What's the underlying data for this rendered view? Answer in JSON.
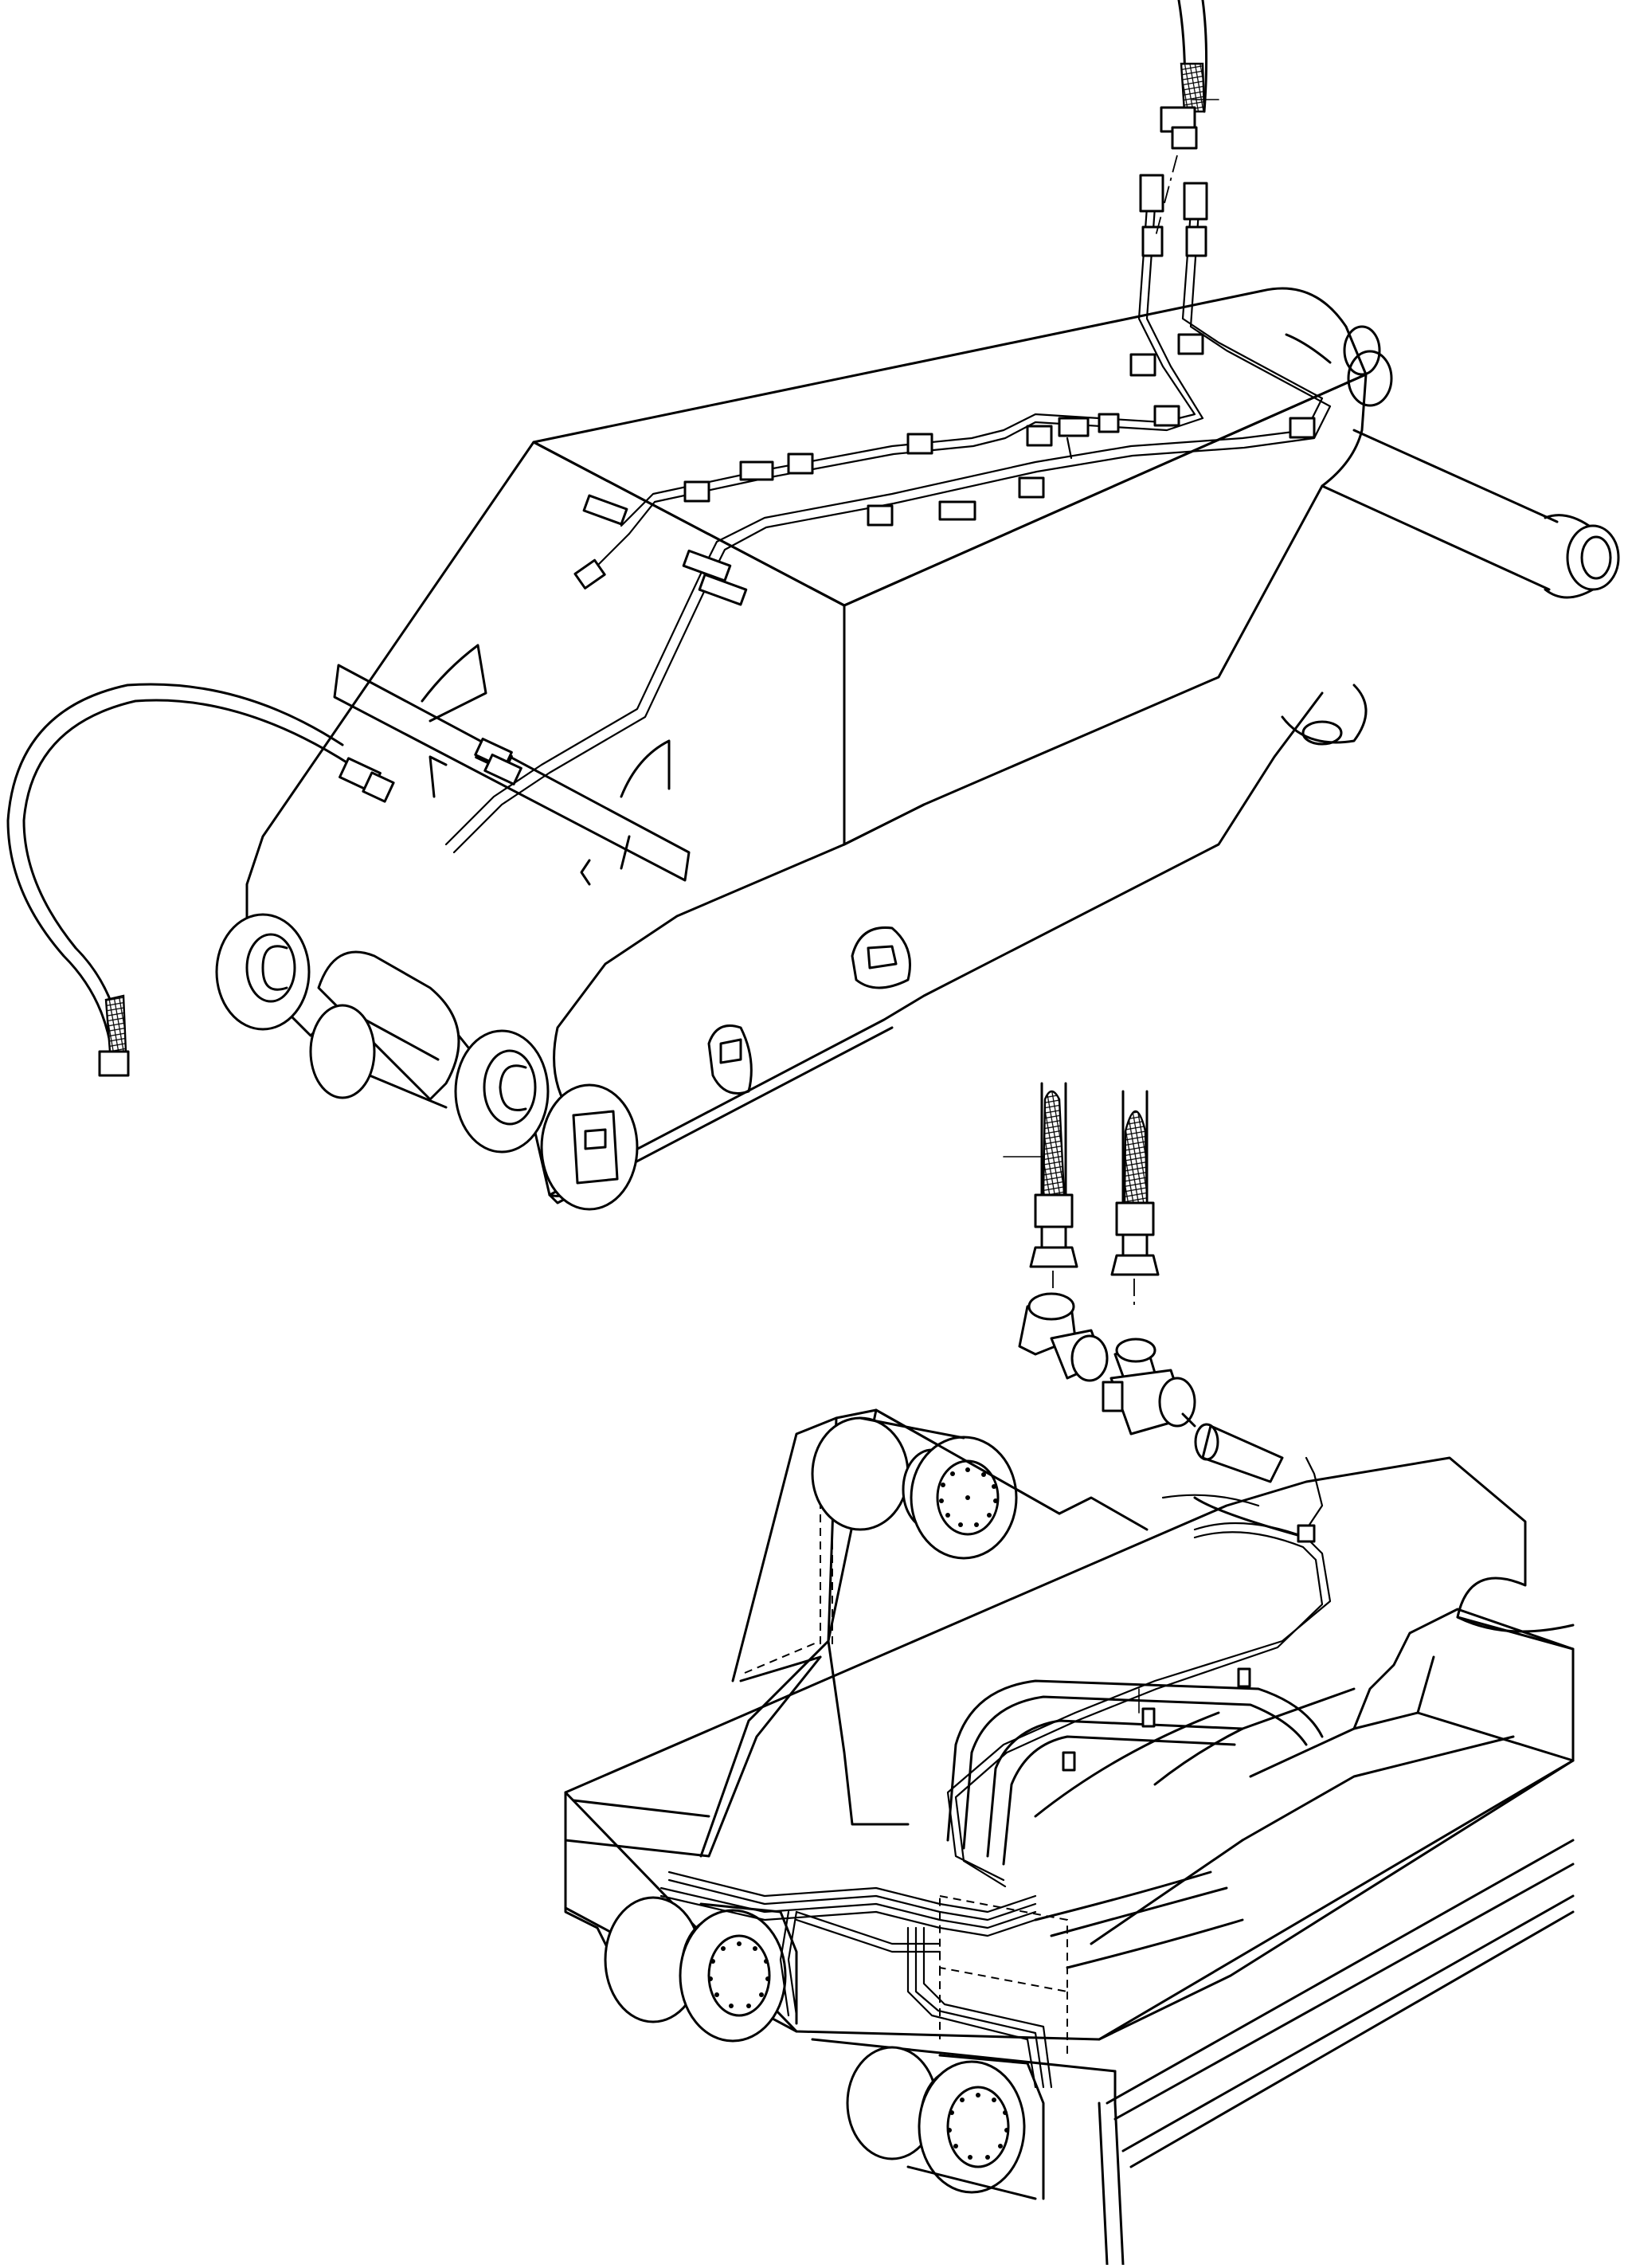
{
  "diagram": {
    "colors": {
      "line": "#000000",
      "background": "#ffffff"
    },
    "parts": [
      {
        "id": "boom-arm",
        "icon": "boom-arm-icon"
      },
      {
        "id": "boom-pipe-lines",
        "icon": "pipe-line-icon"
      },
      {
        "id": "boom-top-hose",
        "icon": "hydraulic-hose-icon"
      },
      {
        "id": "boom-side-hose",
        "icon": "hydraulic-hose-icon"
      },
      {
        "id": "hose-pair",
        "icon": "hydraulic-hose-icon"
      },
      {
        "id": "elbow-fitting",
        "icon": "elbow-fitting-icon"
      },
      {
        "id": "tee-fitting",
        "icon": "tee-fitting-icon"
      },
      {
        "id": "base-frame",
        "icon": "base-frame-icon"
      },
      {
        "id": "frame-pipe-lines",
        "icon": "pipe-line-icon"
      }
    ]
  }
}
